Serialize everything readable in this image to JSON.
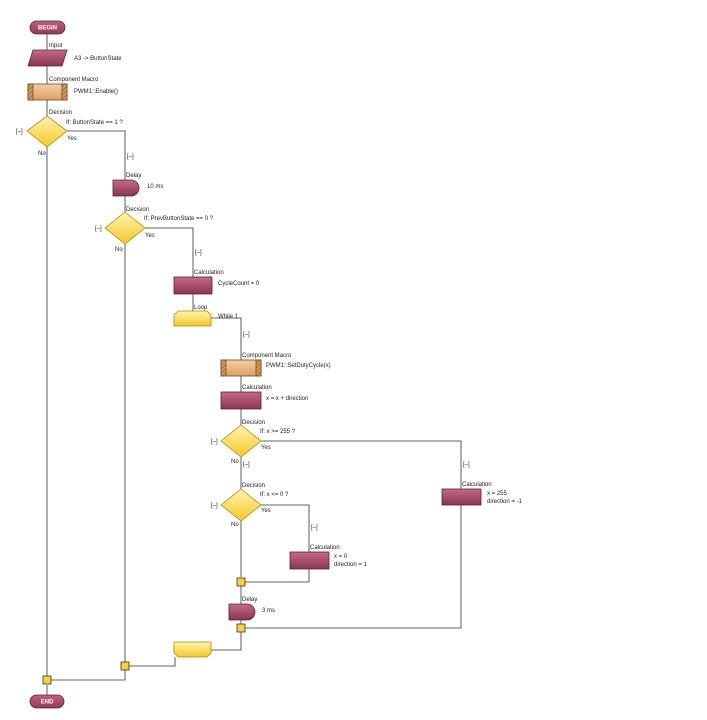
{
  "flowchart": {
    "begin": "BEGIN",
    "end": "END",
    "input": {
      "type": "Input",
      "text": "A3 -> ButtonState"
    },
    "macro_enable": {
      "type": "Component Macro",
      "text": "PWM1::Enable()"
    },
    "decision_button": {
      "type": "Decision",
      "text": "If: ButtonState == 1 ?",
      "yes": "Yes",
      "no": "No",
      "collapse": "[–]"
    },
    "collapse_button_yes": "[–]",
    "delay_10": {
      "type": "Delay",
      "text": "10 ms"
    },
    "decision_prev": {
      "type": "Decision",
      "text": "If: PrevButtonState == 0 ?",
      "yes": "Yes",
      "no": "No",
      "collapse": "[–]"
    },
    "collapse_prev_yes": "[–]",
    "calc_cycle": {
      "type": "Calculation",
      "text": "CycleCount = 0"
    },
    "loop": {
      "type": "Loop",
      "text": "While 1"
    },
    "collapse_loop": "[–]",
    "macro_duty": {
      "type": "Component Macro",
      "text": "PWM1::SetDutyCycle(x)"
    },
    "calc_x": {
      "type": "Calculation",
      "text": "x = x + direction"
    },
    "decision_x255": {
      "type": "Decision",
      "text": "If: x >= 255 ?",
      "yes": "Yes",
      "no": "No",
      "collapse": "[–]"
    },
    "collapse_x255_no": "[–]",
    "collapse_x255_yes": "[–]",
    "calc_255": {
      "type": "Calculation",
      "text1": "x = 255",
      "text2": "direction = -1"
    },
    "decision_x0": {
      "type": "Decision",
      "text": "If: x <= 0 ?",
      "yes": "Yes",
      "no": "No",
      "collapse": "[–]"
    },
    "collapse_x0_yes": "[–]",
    "calc_0": {
      "type": "Calculation",
      "text1": "x = 0",
      "text2": "direction = 1"
    },
    "delay_3": {
      "type": "Delay",
      "text": "3 ms"
    }
  }
}
